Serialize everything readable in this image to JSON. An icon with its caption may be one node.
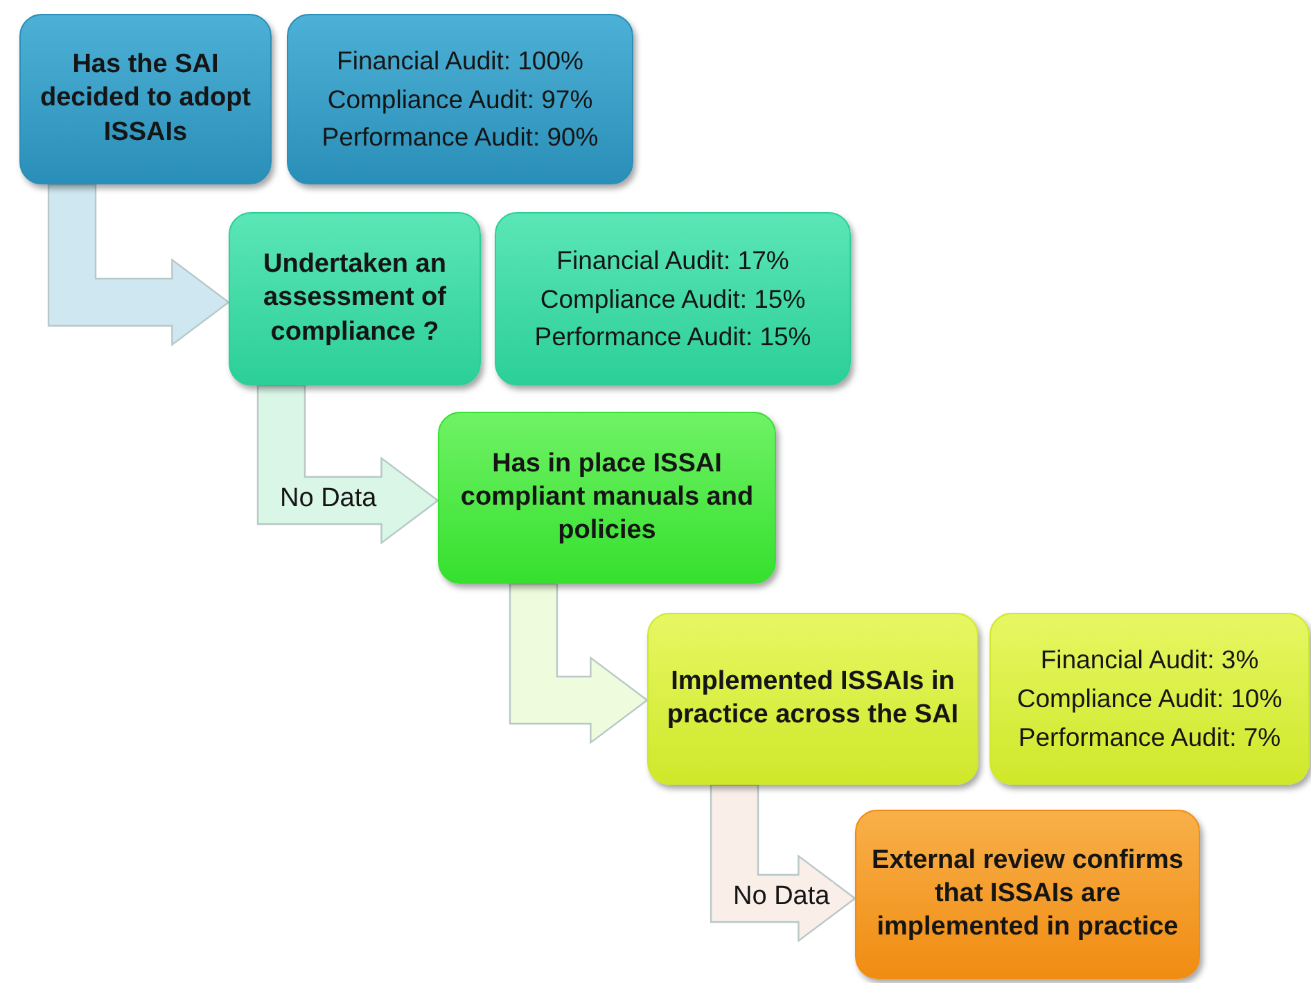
{
  "diagram": {
    "nodes": [
      {
        "text": [
          "Has the SAI decided to adopt ISSAIs"
        ]
      },
      {
        "text": [
          "Financial Audit: 100%",
          "Compliance Audit: 97%",
          "Performance Audit: 90%"
        ]
      },
      {
        "text": [
          "Undertaken an assessment of compliance ?"
        ]
      },
      {
        "text": [
          "Financial Audit: 17%",
          "Compliance Audit: 15%",
          "Performance Audit: 15%"
        ]
      },
      {
        "text": [
          "Has in place ISSAI compliant manuals and policies"
        ]
      },
      {
        "text": [
          "Implemented ISSAIs in practice across the SAI"
        ]
      },
      {
        "text": [
          "Financial Audit: 3%",
          "Compliance Audit: 10%",
          "Performance Audit: 7%"
        ]
      },
      {
        "text": [
          "External review confirms that ISSAIs are implemented in practice"
        ]
      }
    ],
    "edges": [
      {
        "from": 0,
        "to": 2,
        "arrow": "to",
        "style": "thick",
        "color": "#cfe7f1"
      },
      {
        "from": 2,
        "to": 4,
        "arrow": "to",
        "style": "thick",
        "color": "#d9f6e6",
        "label": "No Data"
      },
      {
        "from": 4,
        "to": 5,
        "arrow": "to",
        "style": "thick",
        "color": "#eefbdc"
      },
      {
        "from": 5,
        "to": 7,
        "arrow": "to",
        "style": "thick",
        "color": "#f9eee8",
        "label": "No Data"
      }
    ]
  }
}
